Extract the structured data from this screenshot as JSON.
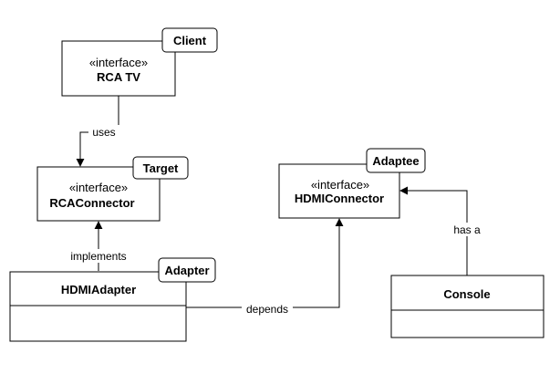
{
  "client": {
    "tag": "Client",
    "stereotype": "«interface»",
    "name": "RCA TV"
  },
  "target": {
    "tag": "Target",
    "stereotype": "«interface»",
    "name": "RCAConnector"
  },
  "adaptee": {
    "tag": "Adaptee",
    "stereotype": "«interface»",
    "name": "HDMIConnector"
  },
  "adapter": {
    "tag": "Adapter",
    "name": "HDMIAdapter"
  },
  "console": {
    "name": "Console"
  },
  "edges": {
    "uses": "uses",
    "implements": "implements",
    "depends": "depends",
    "has_a": "has a"
  }
}
